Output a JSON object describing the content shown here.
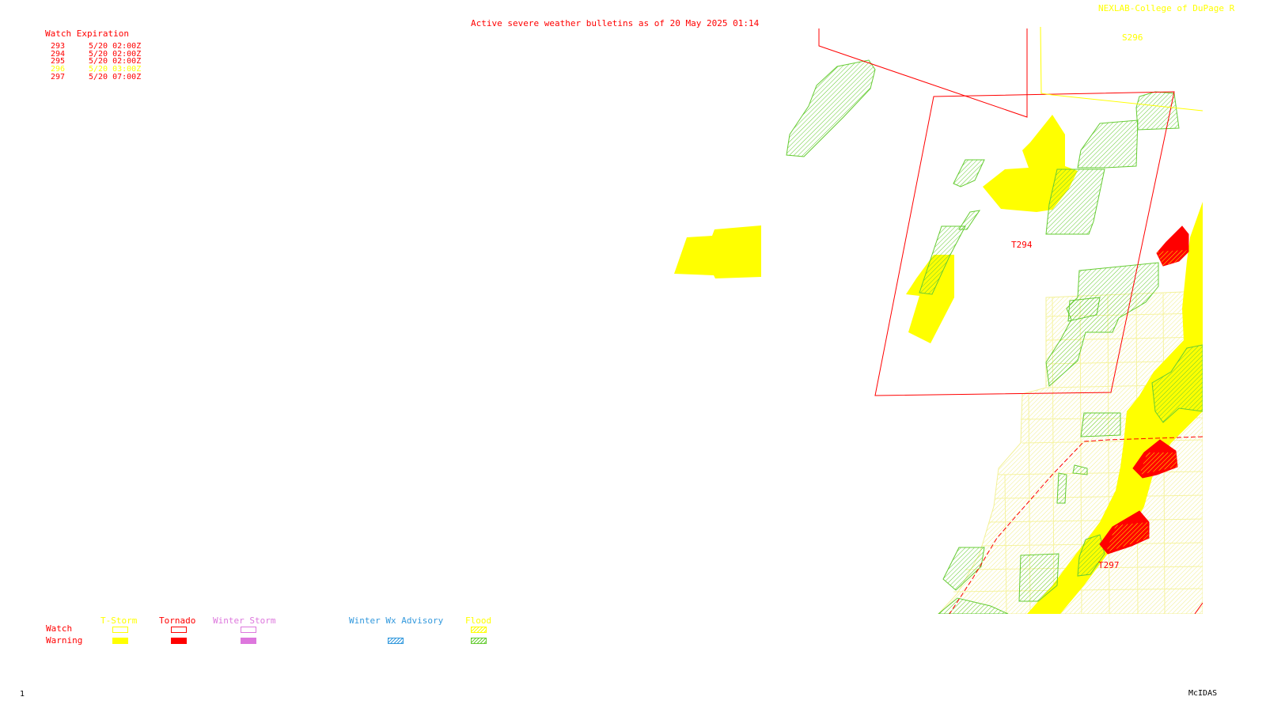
{
  "header": {
    "title": "Active severe weather bulletins as of 20 May 2025 01:14",
    "credit": "NEXLAB-College of DuPage R"
  },
  "watch_table": {
    "heading": "Watch Expiration",
    "rows": [
      {
        "id": "293",
        "expires": "5/20 02:00Z",
        "color": "#ff0000"
      },
      {
        "id": "294",
        "expires": "5/20 02:00Z",
        "color": "#ff0000"
      },
      {
        "id": "295",
        "expires": "5/20 02:00Z",
        "color": "#ff0000"
      },
      {
        "id": "296",
        "expires": "5/20 03:00Z",
        "color": "#ffff00"
      },
      {
        "id": "297",
        "expires": "5/20 07:00Z",
        "color": "#ff0000"
      }
    ]
  },
  "map_labels": {
    "s296": "S296",
    "t294": "T294",
    "t297": "T297"
  },
  "legend": {
    "row_watch": "Watch",
    "row_warning": "Warning",
    "tstorm": "T-Storm",
    "tornado": "Tornado",
    "winter_storm": "Winter Storm",
    "winter_advisory": "Winter Wx Advisory",
    "flood": "Flood"
  },
  "footer": {
    "frame": "1",
    "software": "McIDAS"
  },
  "colors": {
    "tstorm": "#ffff00",
    "tornado": "#ff0000",
    "winter_storm": "#dd77dd",
    "winter_advisory": "#3399dd",
    "flood_warning": "#66cc33",
    "label_red": "#ff0000"
  }
}
